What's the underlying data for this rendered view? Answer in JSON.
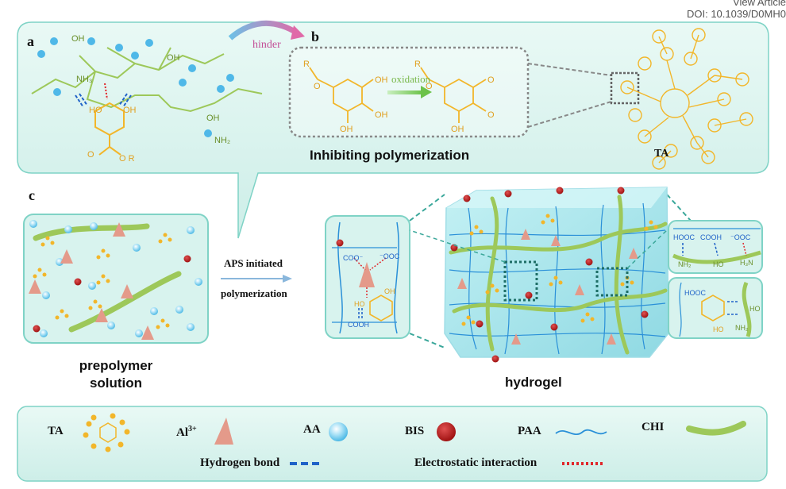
{
  "header": {
    "view_article": "View Article",
    "doi": "DOI: 10.1039/D0MH0"
  },
  "panels": {
    "a_letter": "a",
    "b_letter": "b",
    "c_letter": "c"
  },
  "panel_b": {
    "hinder": "hinder",
    "oxidation": "oxidation",
    "caption": "Inhibiting polymerization",
    "ta_label": "TA"
  },
  "panel_c": {
    "arrow_line1": "APS initiated",
    "arrow_line2": "polymerization",
    "prepolymer_line1": "prepolymer",
    "prepolymer_line2": "solution",
    "hydrogel": "hydrogel"
  },
  "legend": {
    "ta": "TA",
    "al": "Al",
    "al_sup": "3+",
    "aa": "AA",
    "bis": "BIS",
    "paa": "PAA",
    "chi": "CHI",
    "hbond": "Hydrogen bond",
    "electrostatic": "Electrostatic interaction"
  },
  "colors": {
    "panel_fill": "#d8f3ee",
    "panel_border": "#7fd3c6",
    "chi_green": "#9dc85a",
    "ta_yellow": "#f2b62a",
    "al_pink": "#e49a8a",
    "aa_blue": "#5cc2ea",
    "bis_red": "#b71414",
    "paa_blue": "#2a90d8",
    "hbond_blue": "#1f62c8",
    "electro_red": "#e0262a"
  }
}
